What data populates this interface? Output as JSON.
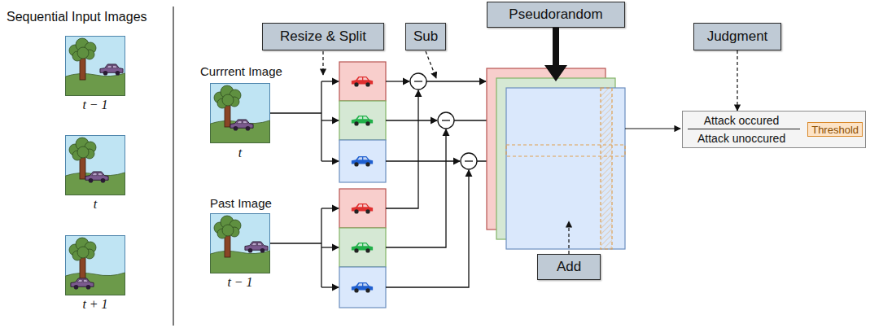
{
  "diagram": {
    "nodes": [
      {
        "text": [
          "Resize & Split"
        ]
      },
      {
        "text": [
          "Sub"
        ]
      },
      {
        "text": [
          "Pseudorandom"
        ]
      },
      {
        "text": [
          "Judgment"
        ]
      },
      {
        "text": [
          "Add"
        ]
      },
      {
        "text": [
          "Attack occured",
          "Attack unoccured"
        ]
      },
      {
        "text": [
          "Threshold"
        ],
        "in": 5
      }
    ],
    "edges": [
      {
        "from": 3,
        "to": 5,
        "arrow": "to"
      }
    ],
    "labels": [
      "Sequential Input Images",
      "t − 1",
      "t",
      "t + 1",
      "Currrent Image",
      "t",
      "Past Image",
      "t − 1"
    ]
  }
}
